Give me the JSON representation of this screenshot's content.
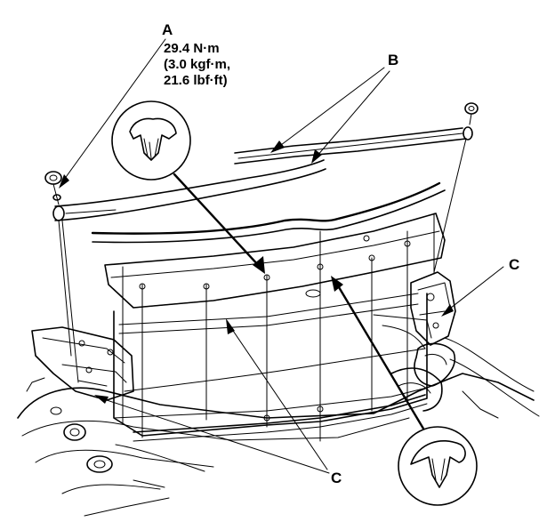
{
  "callouts": {
    "a": "A",
    "b": "B",
    "c_right": "C",
    "c_bottom": "C"
  },
  "torque_spec": {
    "line1": "29.4 N·m",
    "line2": "(3.0 kgf·m,",
    "line3": "21.6 lbf·ft)"
  }
}
